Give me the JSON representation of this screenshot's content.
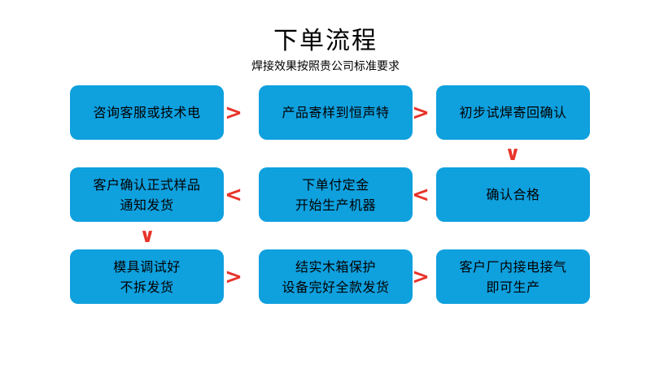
{
  "header": {
    "title": "下单流程",
    "subtitle": "焊接效果按照贵公司标准要求"
  },
  "colors": {
    "node_fill": "#0fa0de",
    "arrow": "#e8332a",
    "text": "#000000",
    "background": "#ffffff"
  },
  "flow": {
    "rows": [
      {
        "direction": "left-to-right",
        "nodes": [
          {
            "lines": [
              "咨询客服或技术电"
            ]
          },
          {
            "lines": [
              "产品寄样到恒声特"
            ]
          },
          {
            "lines": [
              "初步试焊寄回确认"
            ]
          }
        ],
        "connectors": [
          {
            "glyph": ">",
            "name": "arrow-right"
          },
          {
            "glyph": ">",
            "name": "arrow-right"
          }
        ],
        "vertical_connector": {
          "glyph": "∨",
          "name": "arrow-down",
          "after_column": 3
        }
      },
      {
        "direction": "right-to-left",
        "nodes": [
          {
            "lines": [
              "客户确认正式样品",
              "通知发货"
            ]
          },
          {
            "lines": [
              "下单付定金",
              "开始生产机器"
            ]
          },
          {
            "lines": [
              "确认合格"
            ]
          }
        ],
        "connectors": [
          {
            "glyph": "<",
            "name": "arrow-left"
          },
          {
            "glyph": "<",
            "name": "arrow-left"
          }
        ],
        "vertical_connector": {
          "glyph": "∨",
          "name": "arrow-down",
          "after_column": 1
        }
      },
      {
        "direction": "left-to-right",
        "nodes": [
          {
            "lines": [
              "模具调试好",
              "不拆发货"
            ]
          },
          {
            "lines": [
              "结实木箱保护",
              "设备完好全款发货"
            ]
          },
          {
            "lines": [
              "客户厂内接电接气",
              "即可生产"
            ]
          }
        ],
        "connectors": [
          {
            "glyph": ">",
            "name": "arrow-right"
          },
          {
            "glyph": ">",
            "name": "arrow-right"
          }
        ],
        "vertical_connector": null
      }
    ]
  }
}
